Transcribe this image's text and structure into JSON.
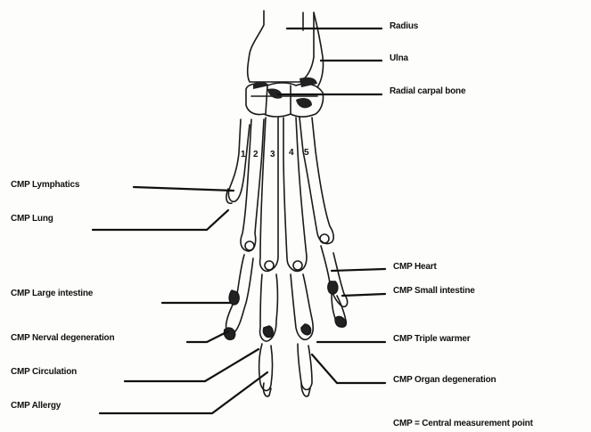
{
  "labels": {
    "radius": "Radius",
    "ulna": "Ulna",
    "radial_carpal_bone": "Radial carpal bone",
    "cmp_lymphatics": "CMP Lymphatics",
    "cmp_lung": "CMP Lung",
    "cmp_large_intestine": "CMP Large intestine",
    "cmp_nerval_degeneration": "CMP Nerval degeneration",
    "cmp_circulation": "CMP Circulation",
    "cmp_allergy": "CMP Allergy",
    "cmp_heart": "CMP Heart",
    "cmp_small_intestine": "CMP Small intestine",
    "cmp_triple_warmer": "CMP Triple warmer",
    "cmp_organ_degeneration": "CMP Organ degeneration",
    "legend": "CMP = Central measurement point"
  },
  "digit_numbers": [
    "1",
    "2",
    "3",
    "4",
    "5"
  ]
}
